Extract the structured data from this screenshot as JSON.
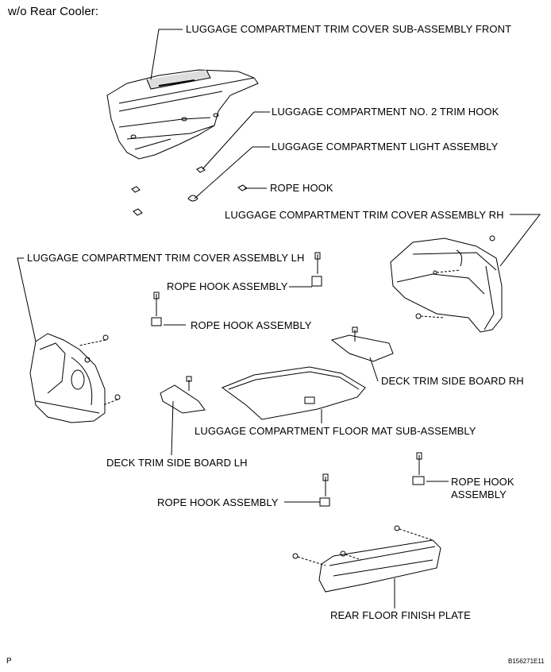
{
  "header": {
    "title": "w/o Rear Cooler:"
  },
  "labels": {
    "trim_front": "LUGGAGE COMPARTMENT TRIM COVER SUB-ASSEMBLY FRONT",
    "trim_hook_2": "LUGGAGE COMPARTMENT NO. 2 TRIM HOOK",
    "light_assy": "LUGGAGE COMPARTMENT LIGHT ASSEMBLY",
    "rope_hook_top": "ROPE HOOK",
    "trim_rh": "LUGGAGE COMPARTMENT TRIM COVER ASSEMBLY RH",
    "trim_lh": "LUGGAGE COMPARTMENT TRIM COVER ASSEMBLY LH",
    "rope_hook_assy_1": "ROPE HOOK ASSEMBLY",
    "rope_hook_assy_2": "ROPE HOOK ASSEMBLY",
    "deck_rh": "DECK TRIM SIDE BOARD RH",
    "floor_mat": "LUGGAGE COMPARTMENT FLOOR MAT SUB-ASSEMBLY",
    "deck_lh": "DECK TRIM SIDE BOARD LH",
    "rope_hook_assy_3_line1": "ROPE HOOK",
    "rope_hook_assy_3_line2": "ASSEMBLY",
    "rope_hook_assy_4": "ROPE HOOK ASSEMBLY",
    "rear_plate": "REAR FLOOR FINISH PLATE"
  },
  "footer": {
    "left_mark": "P",
    "figure_id": "B156271E11"
  }
}
